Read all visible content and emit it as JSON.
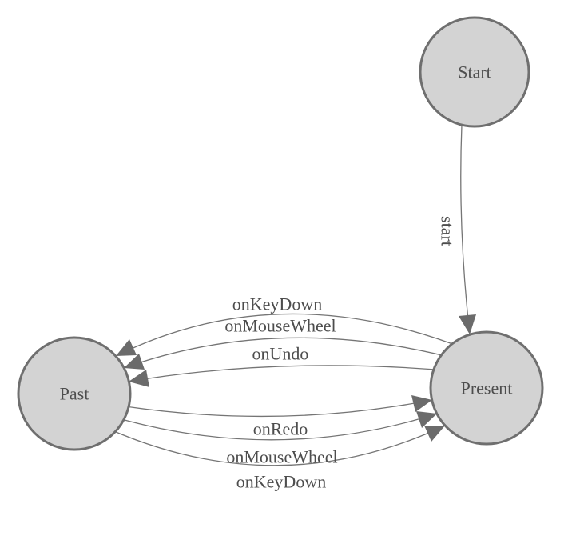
{
  "diagram": {
    "type": "state-diagram",
    "nodes": [
      {
        "id": "start",
        "label": "Start"
      },
      {
        "id": "present",
        "label": "Present"
      },
      {
        "id": "past",
        "label": "Past"
      }
    ],
    "edges": [
      {
        "label": "start",
        "source": "Start",
        "target": "Present"
      },
      {
        "label": "onKeyDown",
        "source": "Present",
        "target": "Past"
      },
      {
        "label": "onMouseWheel",
        "source": "Present",
        "target": "Past"
      },
      {
        "label": "onUndo",
        "source": "Present",
        "target": "Past"
      },
      {
        "label": "onRedo",
        "source": "Past",
        "target": "Present"
      },
      {
        "label": "onMouseWheel",
        "source": "Past",
        "target": "Present"
      },
      {
        "label": "onKeyDown",
        "source": "Past",
        "target": "Present"
      }
    ]
  },
  "colors": {
    "background": "#ffffff",
    "node_fill": "#d3d3d3",
    "node_stroke": "#6f6f6f",
    "edge_stroke": "#757575",
    "arrow_fill": "#6b6b6b",
    "text": "#4d4d4d"
  }
}
